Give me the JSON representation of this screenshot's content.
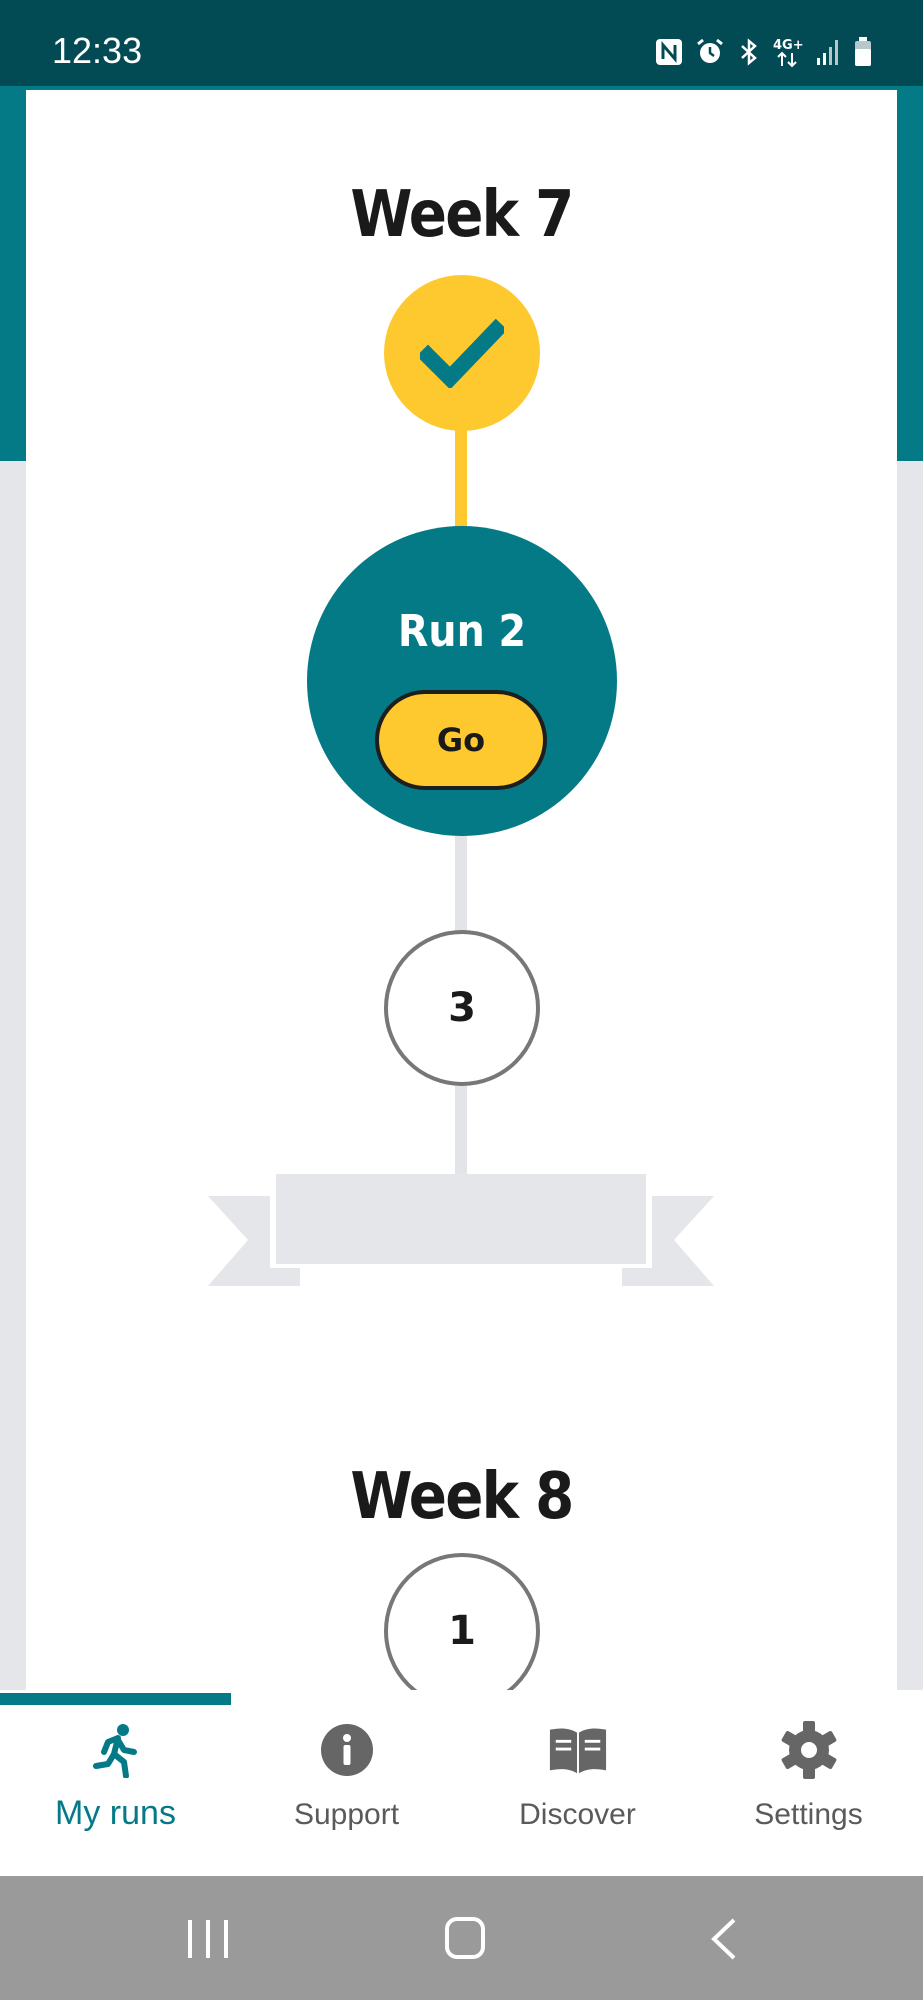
{
  "status_bar": {
    "time": "12:33",
    "icons": [
      "nfc-icon",
      "alarm-icon",
      "bluetooth-icon",
      "4g-plus-icon",
      "signal-icon",
      "battery-icon"
    ]
  },
  "plan": {
    "week7": {
      "title": "Week 7",
      "run1_status": "completed",
      "current_run_label": "Run 2",
      "go_button_label": "Go",
      "run3_number": "3"
    },
    "week8": {
      "title": "Week 8",
      "run1_number": "1"
    }
  },
  "bottom_nav": {
    "items": [
      {
        "label": "My runs",
        "icon": "runner-icon",
        "active": true
      },
      {
        "label": "Support",
        "icon": "info-icon",
        "active": false
      },
      {
        "label": "Discover",
        "icon": "book-icon",
        "active": false
      },
      {
        "label": "Settings",
        "icon": "gear-icon",
        "active": false
      }
    ]
  },
  "colors": {
    "teal": "#057a87",
    "dark_teal": "#024b55",
    "yellow": "#fdc92e",
    "grey_bg": "#e4e6ea"
  }
}
